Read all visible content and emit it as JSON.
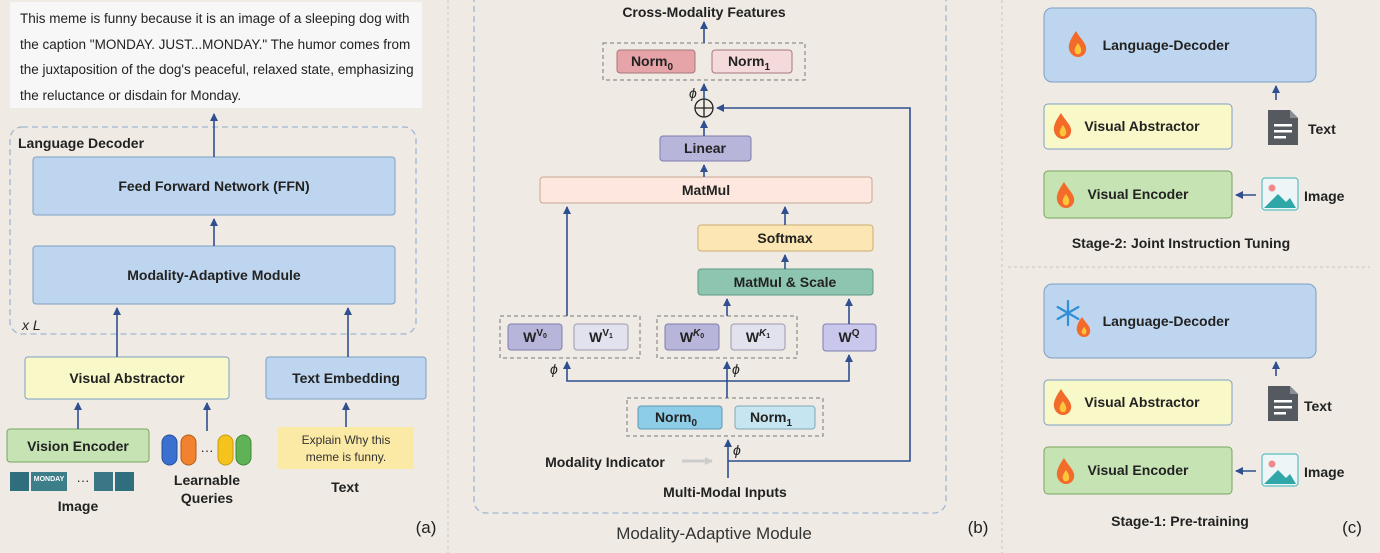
{
  "colors": {
    "background": "#efebe4",
    "blue_box": "#bdd5ee",
    "blue_border": "#7e9fc4",
    "yellow_box": "#f9f8c8",
    "green_box": "#c6e3b4",
    "green_border": "#77a560",
    "arrow": "#2f4f8f",
    "norm_red": "#e6a3a8",
    "norm_pink": "#f5dadb",
    "purple": "#b7b5d9",
    "peach": "#fde7de",
    "softmax": "#fce7b4",
    "teal": "#8ec5b0",
    "norm_blue": "#8ecde8",
    "norm_lightblue": "#c7e5f0"
  },
  "panel_a": {
    "output_text": "This meme is funny because it is an image of a sleeping dog with the caption \"MONDAY. JUST...MONDAY.\" The humor comes from the juxtaposition of the dog's peaceful, relaxed state, emphasizing the reluctance or disdain for Monday.",
    "decoder_label": "Language Decoder",
    "ffn": "Feed Forward Network (FFN)",
    "mam": "Modality-Adaptive Module",
    "repeat": "x L",
    "visual_abstractor": "Visual Abstractor",
    "text_embedding": "Text Embedding",
    "vision_encoder": "Vision Encoder",
    "image_label": "Image",
    "thumb_text": "MONDAY",
    "dots": "···",
    "queries_line1": "Learnable",
    "queries_line2": "Queries",
    "prompt_line1": "Explain Why this",
    "prompt_line2": "meme is funny.",
    "text_label": "Text",
    "panel_tag": "(a)"
  },
  "panel_b": {
    "title_top": "Cross-Modality Features",
    "norm0": "Norm",
    "norm1": "Norm",
    "sub0": "0",
    "sub1": "1",
    "phi": "ϕ",
    "linear": "Linear",
    "matmul": "MatMul",
    "softmax": "Softmax",
    "matmul_scale": "MatMul & Scale",
    "w": "W",
    "wv0_sup": "V",
    "wk_sup": "K",
    "wq_sup": "Q",
    "modality_indicator": "Modality Indicator",
    "multi_modal_inputs": "Multi-Modal Inputs",
    "caption": "Modality-Adaptive Module",
    "panel_tag": "(b)"
  },
  "panel_c": {
    "language_decoder": "Language-Decoder",
    "visual_abstractor": "Visual Abstractor",
    "visual_encoder": "Visual Encoder",
    "text_label": "Text",
    "image_label": "Image",
    "stage2": "Stage-2: Joint Instruction Tuning",
    "stage1": "Stage-1: Pre-training",
    "panel_tag": "(c)"
  }
}
